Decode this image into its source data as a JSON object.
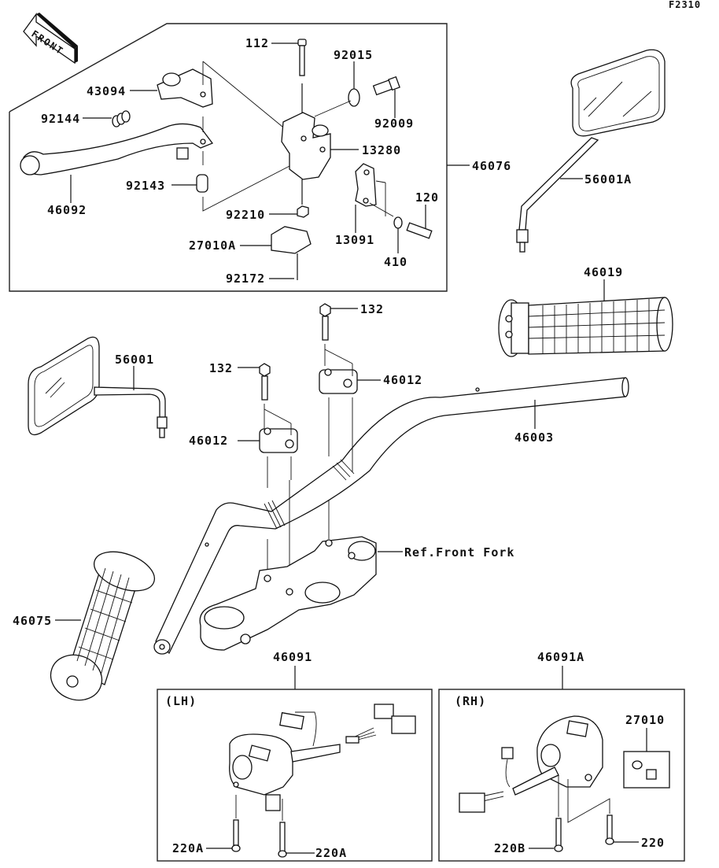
{
  "diagram": {
    "figure_code": "F2310",
    "front_indicator": "FRONT",
    "groups": [
      {
        "id": "lever-assembly",
        "part_number": "46076"
      },
      {
        "id": "switch-lh",
        "part_number": "46091",
        "side_label": "(LH)"
      },
      {
        "id": "switch-rh",
        "part_number": "46091A",
        "side_label": "(RH)"
      }
    ],
    "labels": {
      "p112": "112",
      "p92015": "92015",
      "p43094": "43094",
      "p92144": "92144",
      "p92009": "92009",
      "p13280": "13280",
      "p46092": "46092",
      "p92143": "92143",
      "p46076": "46076",
      "p92210": "92210",
      "p120": "120",
      "p27010A": "27010A",
      "p13091": "13091",
      "p410": "410",
      "p92172": "92172",
      "p56001A": "56001A",
      "p46019": "46019",
      "p56001": "56001",
      "p132a": "132",
      "p132b": "132",
      "p46012a": "46012",
      "p46012b": "46012",
      "p46003": "46003",
      "ref_front_fork": "Ref.Front Fork",
      "p46075": "46075",
      "p46091": "46091",
      "p46091A": "46091A",
      "lh": "(LH)",
      "rh": "(RH)",
      "p27010": "27010",
      "p220A_1": "220A",
      "p220A_2": "220A",
      "p220B": "220B",
      "p220": "220"
    }
  }
}
